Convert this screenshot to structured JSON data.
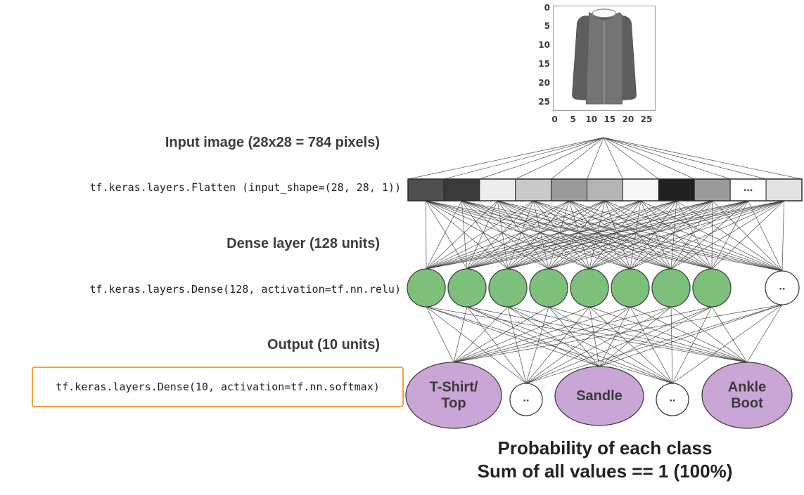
{
  "colors": {
    "green_node": "#7cc07c",
    "purple_node": "#c9a6d6",
    "node_stroke": "#414141",
    "line": "#3a3a3a",
    "cell_stroke": "#2b2b2b",
    "orange_box_border": "#f2a33c",
    "heading_text": "#3d3d3d",
    "caption_text": "#222222"
  },
  "left_labels": {
    "input_heading": "Input image (28x28 = 784 pixels)",
    "flatten_code": "tf.keras.layers.Flatten (input_shape=(28, 28, 1))",
    "dense_heading": "Dense layer (128 units)",
    "dense_code": "tf.keras.layers.Dense(128, activation=tf.nn.relu)",
    "output_heading": "Output (10 units)",
    "output_code": "tf.keras.layers.Dense(10, activation=tf.nn.softmax)"
  },
  "input_image": {
    "x_ticks": [
      "0",
      "5",
      "10",
      "15",
      "20",
      "25"
    ],
    "y_ticks": [
      "0",
      "5",
      "10",
      "15",
      "20",
      "25"
    ]
  },
  "flatten_layer": {
    "cells": [
      {
        "fill": "#4f4f4f"
      },
      {
        "fill": "#3a3a3a"
      },
      {
        "fill": "#ededed"
      },
      {
        "fill": "#c9c9c9"
      },
      {
        "fill": "#9b9b9b"
      },
      {
        "fill": "#b4b4b4"
      },
      {
        "fill": "#f7f7f7"
      },
      {
        "fill": "#212121"
      },
      {
        "fill": "#9b9b9b"
      },
      {
        "fill": "#ffffff",
        "label": "..."
      },
      {
        "fill": "#e3e3e3"
      }
    ]
  },
  "dense_layer": {
    "nodes": [
      {
        "type": "green"
      },
      {
        "type": "green"
      },
      {
        "type": "green"
      },
      {
        "type": "green"
      },
      {
        "type": "green"
      },
      {
        "type": "green"
      },
      {
        "type": "green"
      },
      {
        "type": "green"
      },
      {
        "type": "dots",
        "label": ".."
      }
    ]
  },
  "output_layer": {
    "nodes": [
      {
        "shape": "ellipse",
        "label": "T-Shirt/\nTop"
      },
      {
        "shape": "circle",
        "label": ".."
      },
      {
        "shape": "ellipse",
        "label": "Sandle"
      },
      {
        "shape": "circle",
        "label": ".."
      },
      {
        "shape": "ellipse",
        "label": "Ankle\nBoot"
      }
    ]
  },
  "caption": {
    "line1": "Probability of each class",
    "line2": "Sum of all values == 1 (100%)"
  }
}
